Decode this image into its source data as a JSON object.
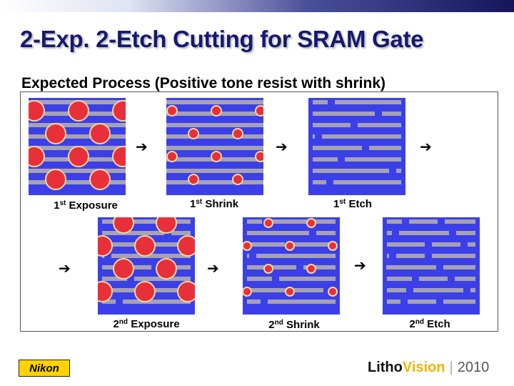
{
  "title": "2-Exp. 2-Etch Cutting for SRAM Gate",
  "subtitle": "Expected Process (Positive tone resist with shrink)",
  "colors": {
    "substrate": "#3b3fe8",
    "line": "#a6a2b2",
    "resist": "#e8303a",
    "resist_rim": "#f0d8a0"
  },
  "steps": [
    {
      "label": "Exposure",
      "ord": "1",
      "suffix": "st",
      "stage": "exposure",
      "pass": 1
    },
    {
      "label": "Shrink",
      "ord": "1",
      "suffix": "st",
      "stage": "shrink",
      "pass": 1
    },
    {
      "label": "Etch",
      "ord": "1",
      "suffix": "st",
      "stage": "etch",
      "pass": 1
    },
    {
      "label": "Exposure",
      "ord": "2",
      "suffix": "nd",
      "stage": "exposure",
      "pass": 2
    },
    {
      "label": "Shrink",
      "ord": "2",
      "suffix": "nd",
      "stage": "shrink",
      "pass": 2
    },
    {
      "label": "Etch",
      "ord": "2",
      "suffix": "nd",
      "stage": "etch",
      "pass": 2
    }
  ],
  "arrow_icon": "right-arrow-icon",
  "footer": {
    "logo": "Nikon",
    "brand_litho": "Litho",
    "brand_vision": "Vision",
    "year": "2010"
  }
}
